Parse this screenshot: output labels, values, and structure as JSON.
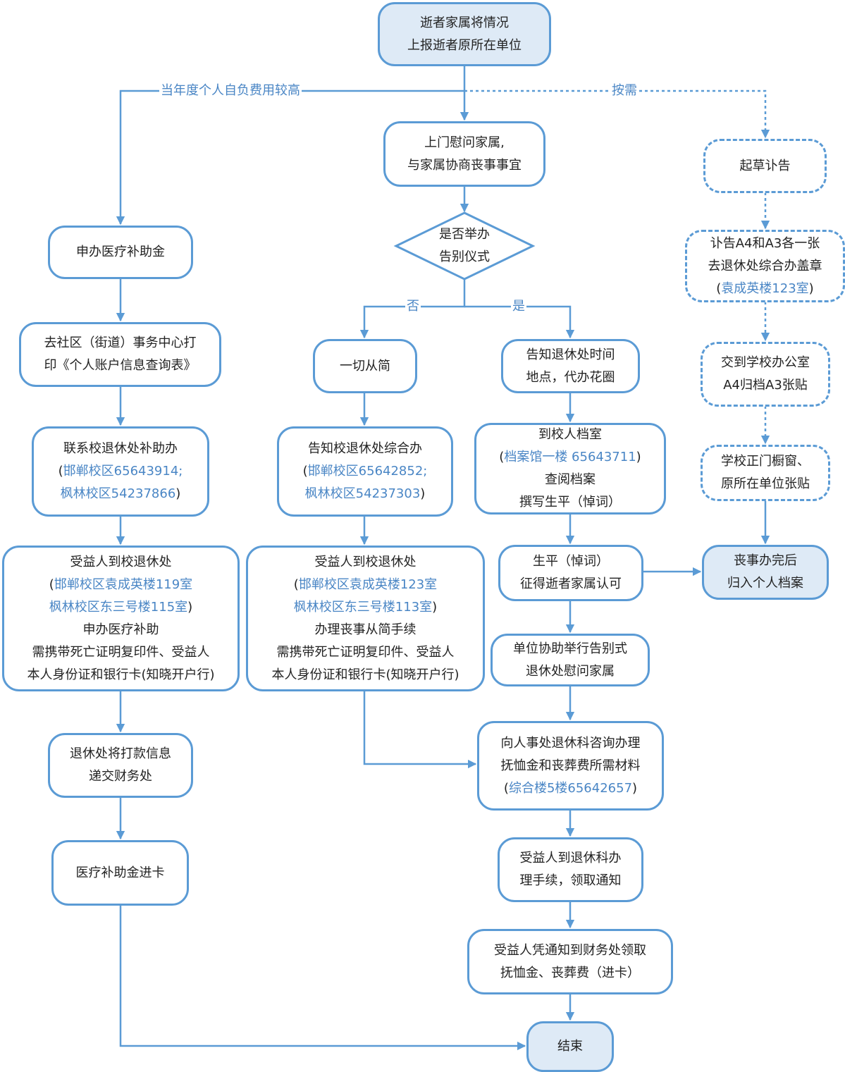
{
  "colors": {
    "stroke": "#5b9bd5",
    "fill_highlight": "#deeaf6",
    "contact_text": "#4a86c5",
    "text": "#222222"
  },
  "nodes": {
    "start": {
      "lines": [
        {
          "text": "逝者家属将情况"
        },
        {
          "text": "上报逝者原所在单位"
        }
      ]
    },
    "visit_family": {
      "lines": [
        {
          "text": "上门慰问家属,"
        },
        {
          "text": "与家属协商丧事事宜"
        }
      ]
    },
    "decision_ceremony": {
      "lines": [
        {
          "text": "是否举办"
        },
        {
          "text": "告别仪式"
        }
      ]
    },
    "draft_obituary": {
      "lines": [
        {
          "text": "起草讣告"
        }
      ]
    },
    "obituary_print": {
      "lines": [
        {
          "text": "讣告A4和A3各一张"
        },
        {
          "text": "去退休处综合办盖章"
        },
        {
          "pre": "(",
          "hl": "袁成英楼123室",
          "post": ")"
        }
      ]
    },
    "submit_school_office": {
      "lines": [
        {
          "text": "交到学校办公室"
        },
        {
          "text": "A4归档A3张贴"
        }
      ]
    },
    "post_notice": {
      "lines": [
        {
          "text": "学校正门橱窗、"
        },
        {
          "text": "原所在单位张贴"
        }
      ]
    },
    "archive_after": {
      "lines": [
        {
          "text": "丧事办完后"
        },
        {
          "text": "归入个人档案"
        }
      ]
    },
    "apply_medical": {
      "lines": [
        {
          "text": "申办医疗补助金"
        }
      ]
    },
    "print_account": {
      "lines": [
        {
          "text": "去社区（街道）事务中心打"
        },
        {
          "text": "印《个人账户信息查询表》"
        }
      ]
    },
    "contact_subsidy": {
      "lines": [
        {
          "text": "联系校退休处补助办"
        },
        {
          "pre": "(",
          "hl": "邯郸校区65643914;"
        },
        {
          "hl": "枫林校区54237866",
          "post": ")"
        }
      ]
    },
    "beneficiary_medical": {
      "lines": [
        {
          "text": "受益人到校退休处"
        },
        {
          "pre": "(",
          "hl": "邯郸校区袁成英楼119室"
        },
        {
          "hl": "枫林校区东三号楼115室",
          "post": ")"
        },
        {
          "text": "申办医疗补助"
        },
        {
          "text": "需携带死亡证明复印件、受益人"
        },
        {
          "text": "本人身份证和银行卡(知晓开户行)"
        }
      ]
    },
    "submit_finance": {
      "lines": [
        {
          "text": "退休处将打款信息"
        },
        {
          "text": "递交财务处"
        }
      ]
    },
    "medical_to_card": {
      "lines": [
        {
          "text": "医疗补助金进卡"
        }
      ]
    },
    "simple": {
      "lines": [
        {
          "text": "一切从简"
        }
      ]
    },
    "notify_office": {
      "lines": [
        {
          "text": "告知校退休处综合办"
        },
        {
          "pre": "(",
          "hl": "邯郸校区65642852;"
        },
        {
          "hl": "枫林校区54237303",
          "post": ")"
        }
      ]
    },
    "beneficiary_simple": {
      "lines": [
        {
          "text": "受益人到校退休处"
        },
        {
          "pre": "(",
          "hl": "邯郸校区袁成英楼123室"
        },
        {
          "hl": "枫林校区东三号楼113室",
          "post": ")"
        },
        {
          "text": "办理丧事从简手续"
        },
        {
          "text": "需携带死亡证明复印件、受益人"
        },
        {
          "text": "本人身份证和银行卡(知晓开户行)"
        }
      ]
    },
    "notify_time_place": {
      "lines": [
        {
          "text": "告知退休处时间"
        },
        {
          "text": "地点，代办花圈"
        }
      ]
    },
    "archives": {
      "lines": [
        {
          "text": "到校人档室"
        },
        {
          "pre": "(",
          "hl": "档案馆一楼 65643711",
          "post": ")"
        },
        {
          "text": "查阅档案"
        },
        {
          "text": "撰写生平（悼词）"
        }
      ]
    },
    "eulogy_approval": {
      "lines": [
        {
          "text": "生平（悼词）"
        },
        {
          "text": "征得逝者家属认可"
        }
      ]
    },
    "farewell": {
      "lines": [
        {
          "text": "单位协助举行告别式"
        },
        {
          "text": "退休处慰问家属"
        }
      ]
    },
    "consult_hr": {
      "lines": [
        {
          "text": "向人事处退休科咨询办理"
        },
        {
          "text": "抚恤金和丧葬费所需材料"
        },
        {
          "pre": "(",
          "hl": "综合楼5楼65642657",
          "post": ")"
        }
      ]
    },
    "beneficiary_notice": {
      "lines": [
        {
          "text": "受益人到退休科办"
        },
        {
          "text": "理手续，领取通知"
        }
      ]
    },
    "collect_pension": {
      "lines": [
        {
          "text": "受益人凭通知到财务处领取"
        },
        {
          "text": "抚恤金、丧葬费（进卡）"
        }
      ]
    },
    "end": {
      "lines": [
        {
          "text": "结束"
        }
      ]
    }
  },
  "edge_labels": {
    "high_cost": "当年度个人自负费用较高",
    "as_needed": "按需",
    "no": "否",
    "yes": "是"
  }
}
